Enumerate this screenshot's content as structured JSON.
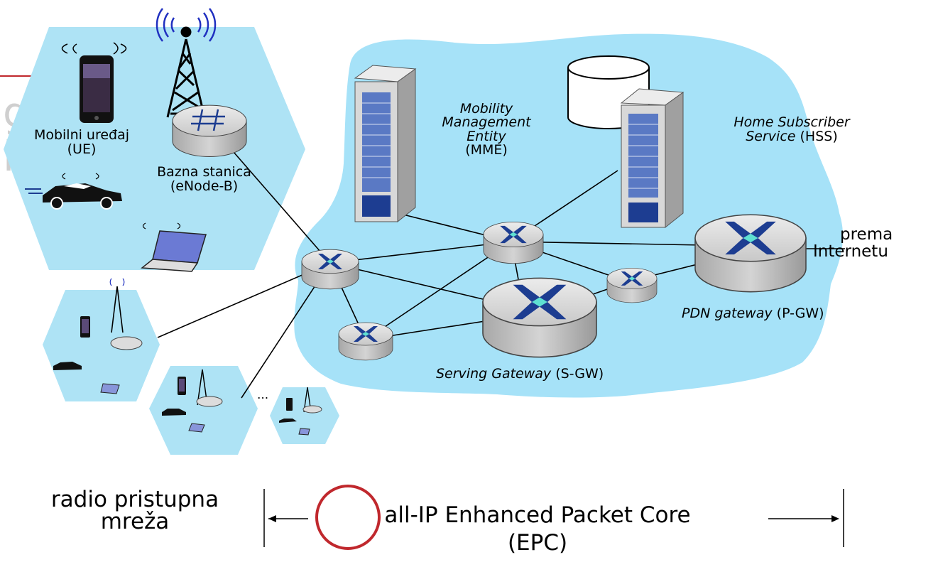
{
  "labels": {
    "ue_line1": "Mobilni uređaj",
    "ue_line2": "(UE)",
    "enb_line1": "Bazna stanica",
    "enb_line2": "(eNode-B)",
    "mme_line1": "Mobility",
    "mme_line2": "Management",
    "mme_line3": "Entity",
    "mme_line4": "(MME)",
    "hss_line1": "Home Subscriber",
    "hss_line2_italic": "Service",
    "hss_line2_plain": " (HSS)",
    "internet_line1": "prema",
    "internet_line2": "Internetu",
    "pgw_italic": "PDN gateway",
    "pgw_plain": " (P-GW)",
    "sgw_italic": "Serving Gateway",
    "sgw_plain": " (S-GW)",
    "ellipsis": "...",
    "ran_line1": "radio pristupna",
    "ran_line2": "mreža",
    "epc_line1": "all-IP Enhanced Packet Core",
    "epc_line2": "(EPC)"
  },
  "colors": {
    "cell_fill": "#aee3f5",
    "core_fill": "#a6e2f8",
    "router_body": "#dcdcdc",
    "router_x": "#1d3d91",
    "router_x_center": "#5fe0d2",
    "server_screen": "#1d3d91",
    "annotation_red": "#c0282d"
  },
  "icons": {
    "phone": "smartphone-icon",
    "car": "car-icon",
    "laptop": "laptop-icon",
    "tower": "cell-tower-icon",
    "router": "router-icon",
    "server": "server-icon",
    "database": "database-icon"
  }
}
